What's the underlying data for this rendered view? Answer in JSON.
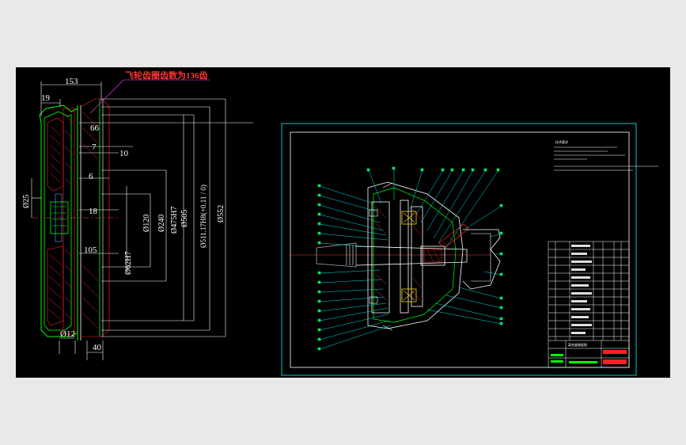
{
  "left_drawing": {
    "annotation_note": "飞轮齿圈齿数为136齿",
    "dims": {
      "d153": "153",
      "d19": "19",
      "d66": "66",
      "d7": "7",
      "d10": "10",
      "d6": "6",
      "d18": "18",
      "d105": "105",
      "d12": "Ø12",
      "d40": "40",
      "d25": "Ø25",
      "d120": "Ø120",
      "d240": "Ø240",
      "d475": "Ø475H7",
      "d505": "Ø505",
      "d511": "Ø511.17H8(+0.11 / 0)",
      "d552": "Ø552",
      "d62": "Ø62H7"
    }
  },
  "right_drawing": {
    "title_block_label": "离合器装配图",
    "notes_heading": "技术要求"
  },
  "colors": {
    "frame": "#00c8c8",
    "section": "#00ff00",
    "note": "#ff3333",
    "hatch": "#ff2020",
    "leader": "#00e0e0"
  }
}
